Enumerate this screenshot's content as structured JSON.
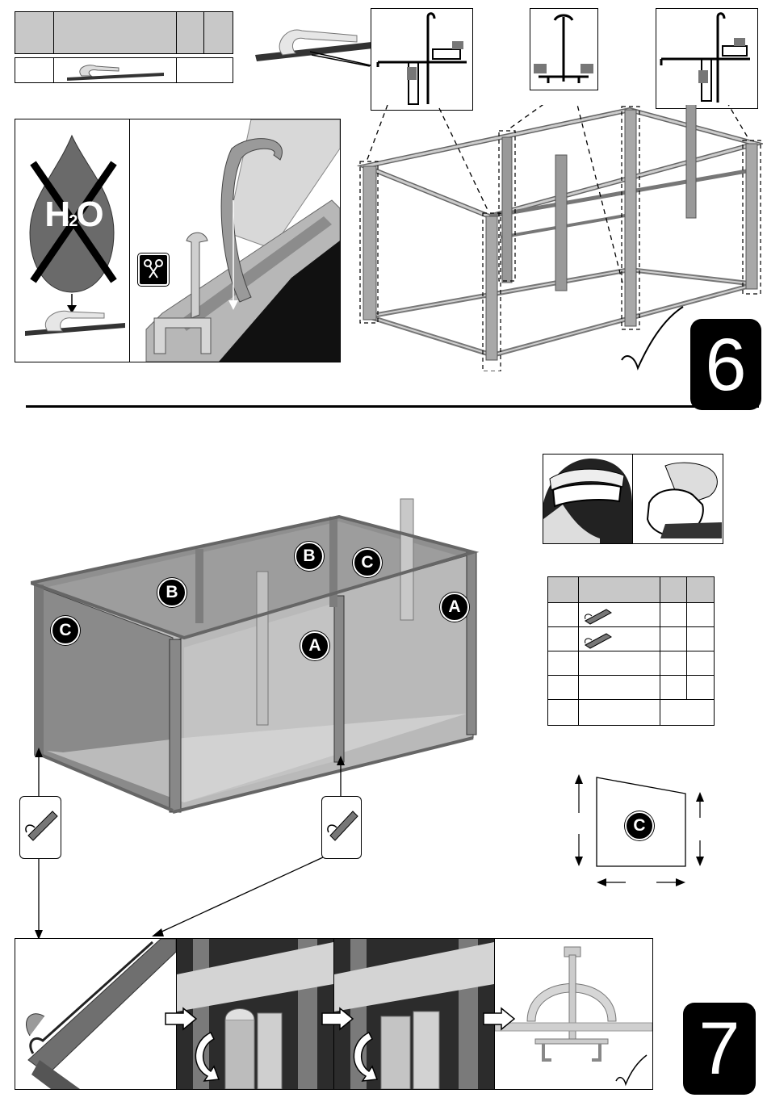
{
  "steps": {
    "step6": {
      "number": "6"
    },
    "step7": {
      "number": "7"
    }
  },
  "icons": {
    "no_water": "H2O",
    "no_water_main": "H",
    "no_water_sub": "2",
    "no_water_end": "O",
    "scissors": "scissors-icon",
    "goggles": "safety-goggles-icon",
    "gloves": "safety-gloves-icon",
    "check": "✓"
  },
  "panel_labels": {
    "a_front": "A",
    "a_back": "A",
    "b_left": "B",
    "b_back": "B",
    "c_left": "C",
    "c_right": "C",
    "c_detail": "C"
  },
  "colors": {
    "panel_tint": "#9a9a9a",
    "frame": "#8c8c8c",
    "header_gray": "#c8c8c8"
  }
}
